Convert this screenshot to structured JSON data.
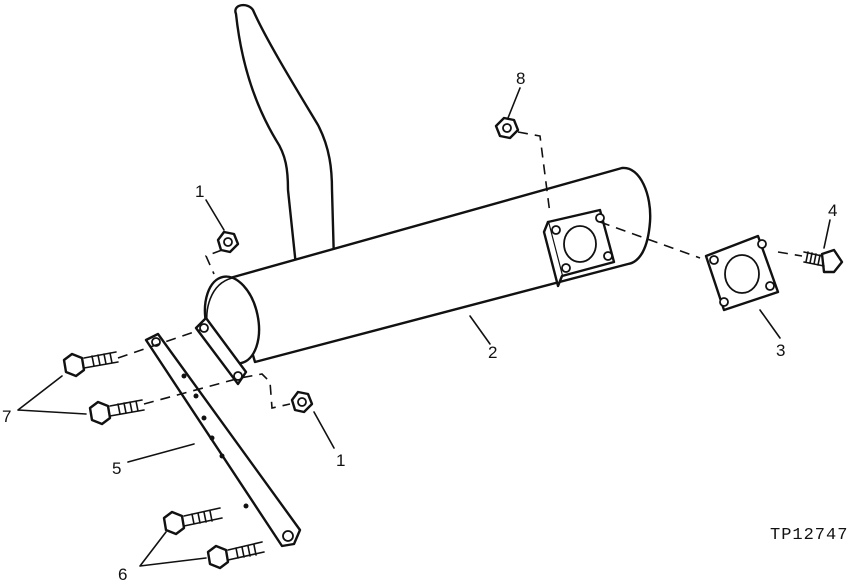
{
  "callouts": {
    "c1a": "1",
    "c1b": "1",
    "c2": "2",
    "c3": "3",
    "c4": "4",
    "c5": "5",
    "c6": "6",
    "c7": "7",
    "c8": "8"
  },
  "figure_id": "TP12747"
}
